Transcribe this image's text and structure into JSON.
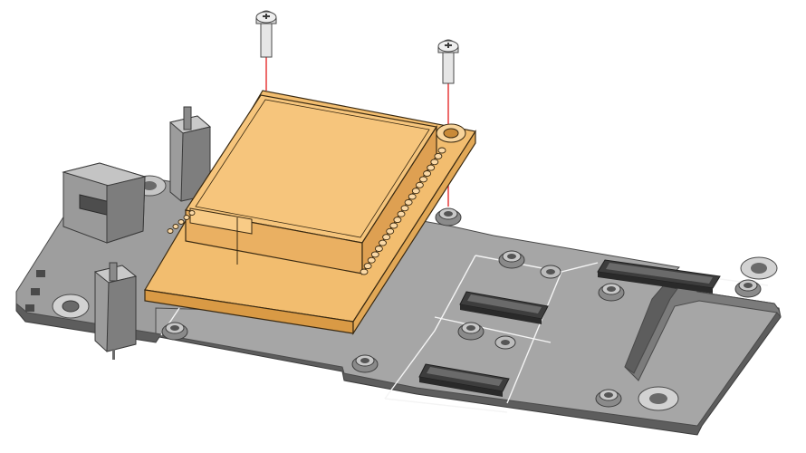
{
  "figure": {
    "kind": "exploded assembly illustration",
    "components": [
      "carrier-board",
      "module",
      "screw-left",
      "screw-right",
      "usb-connector",
      "header-connector-top",
      "header-connector-bottom",
      "board-connector-1",
      "board-connector-2",
      "board-connector-3",
      "alignment-lines"
    ]
  },
  "colors": {
    "board_fill": "#8f8f8f",
    "board_top": "#a3a3a3",
    "board_edge": "#5d5d5d",
    "module_fill": "#f2bd6f",
    "module_side": "#d99a45",
    "module_outline": "#3a2a12",
    "screw_fill": "#e6e6e6",
    "guide_line": "#e31b1b",
    "connector_fill": "#3d3d3d",
    "silkscreen": "#f4f4f4",
    "background": "#ffffff"
  }
}
